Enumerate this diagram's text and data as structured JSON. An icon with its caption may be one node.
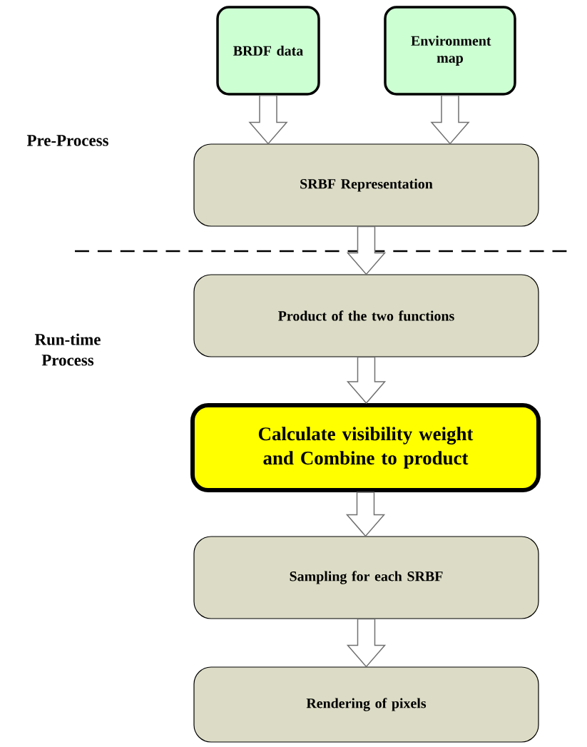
{
  "diagram": {
    "nodes": [
      {
        "text": [
          "BRDF data"
        ]
      },
      {
        "text": [
          "Environment map"
        ]
      },
      {
        "text": [
          "SRBF Representation"
        ]
      },
      {
        "text": [
          "Product of the two functions"
        ]
      },
      {
        "text": [
          "Calculate visibility weight and Combine to product"
        ]
      },
      {
        "text": [
          "Sampling for each SRBF"
        ]
      },
      {
        "text": [
          "Rendering of pixels"
        ]
      }
    ],
    "edges": [
      {
        "from": 0,
        "to": 2,
        "arrow": "to"
      },
      {
        "from": 1,
        "to": 2,
        "arrow": "to"
      },
      {
        "from": 2,
        "to": 3,
        "arrow": "to"
      },
      {
        "from": 3,
        "to": 4,
        "arrow": "to"
      },
      {
        "from": 4,
        "to": 5,
        "arrow": "to"
      },
      {
        "from": 5,
        "to": 6,
        "arrow": "to"
      }
    ],
    "labels": [
      "Pre-Process",
      "Run-time Process"
    ]
  }
}
